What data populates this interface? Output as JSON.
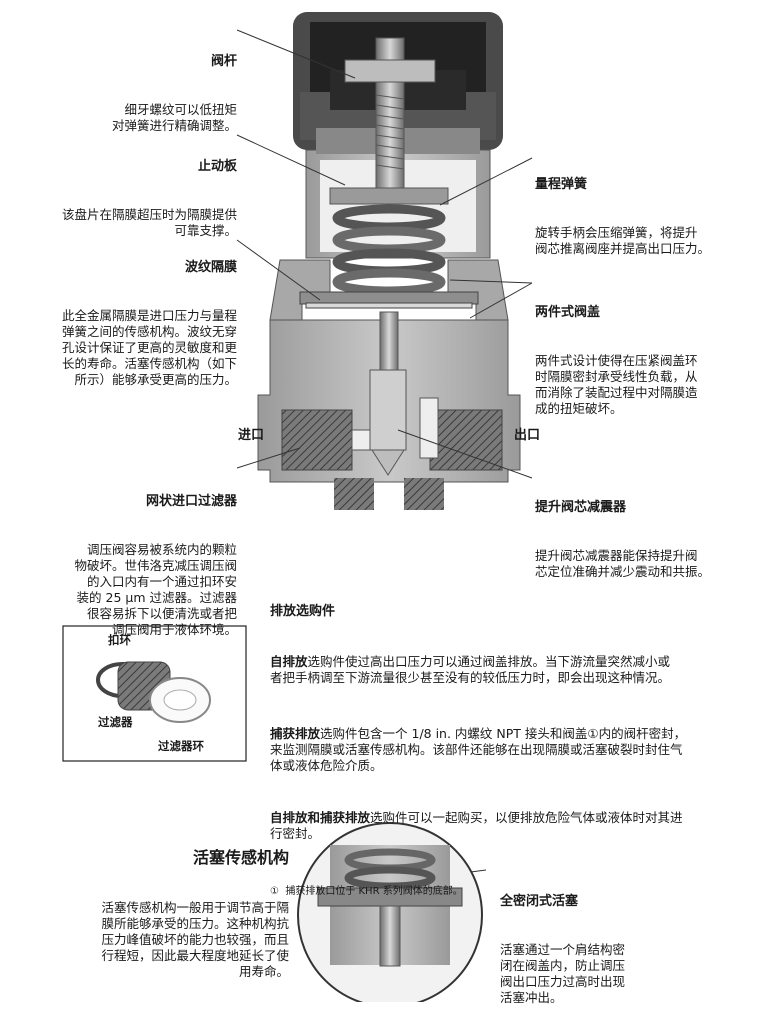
{
  "callouts": {
    "stem": {
      "title": "阀杆",
      "body": "细牙螺纹可以低扭矩\n对弹簧进行精确调整。"
    },
    "stop_plate": {
      "title": "止动板",
      "body": "该盘片在隔膜超压时为隔膜提供\n可靠支撑。"
    },
    "diaphragm": {
      "title": "波纹隔膜",
      "body": "此全金属隔膜是进口压力与量程\n弹簧之间的传感机构。波纹无穿\n孔设计保证了更高的灵敏度和更\n长的寿命。活塞传感机构（如下\n所示）能够承受更高的压力。"
    },
    "range_spring": {
      "title": "量程弹簧",
      "body": "旋转手柄会压缩弹簧，将提升\n阀芯推离阀座并提高出口压力。"
    },
    "two_piece_cap": {
      "title": "两件式阀盖",
      "body": "两件式设计使得在压紧阀盖环\n时隔膜密封承受线性负载，从\n而消除了装配过程中对隔膜造\n成的扭矩破坏。"
    },
    "inlet_filter": {
      "title": "网状进口过滤器",
      "body": "调压阀容易被系统内的颗粒\n物破坏。世伟洛克减压调压阀\n的入口内有一个通过扣环安\n装的 25 µm 过滤器。过滤器\n很容易拆下以便清洗或者把\n调压阀用于液体环境。"
    },
    "poppet_damper": {
      "title": "提升阀芯减震器",
      "body": "提升阀芯减震器能保持提升阀\n芯定位准确并减少震动和共振。"
    }
  },
  "ports": {
    "inlet": "进口",
    "outlet": "出口"
  },
  "vent_options": {
    "title": "排放选购件",
    "p1_bold": "自排放",
    "p1": "选购件使过高出口压力可以通过阀盖排放。当下游流量突然减小或\n者把手柄调至下游流量很少甚至没有的较低压力时，即会出现这种情况。",
    "p2_bold": "捕获排放",
    "p2": "选购件包含一个 1/8 in. 内螺纹 NPT 接头和阀盖①内的阀杆密封，\n来监测隔膜或活塞传感机构。该部件还能够在出现隔膜或活塞破裂时封住气\n体或液体危险介质。",
    "p3_bold": "自排放和捕获排放",
    "p3": "选购件可以一起购买，以便排放危险气体或液体时对其进\n行密封。",
    "footnote": "①  捕获排放口位于 KHR 系列阀体的底部。"
  },
  "filter_inset": {
    "retaining_ring": "扣环",
    "filter": "过滤器",
    "filter_ring": "过滤器环"
  },
  "piston": {
    "title": "活塞传感机构",
    "body": "活塞传感机构一般用于调节高于隔\n膜所能够承受的压力。这种机构抗\n压力峰值破坏的能力也较强，而且\n行程短，因此最大程度地延长了使\n用寿命。",
    "seal_title": "全密闭式活塞",
    "seal_body": "活塞通过一个肩结构密\n闭在阀盖内，防止调压\n阀出口压力过高时出现\n活塞冲出。"
  }
}
